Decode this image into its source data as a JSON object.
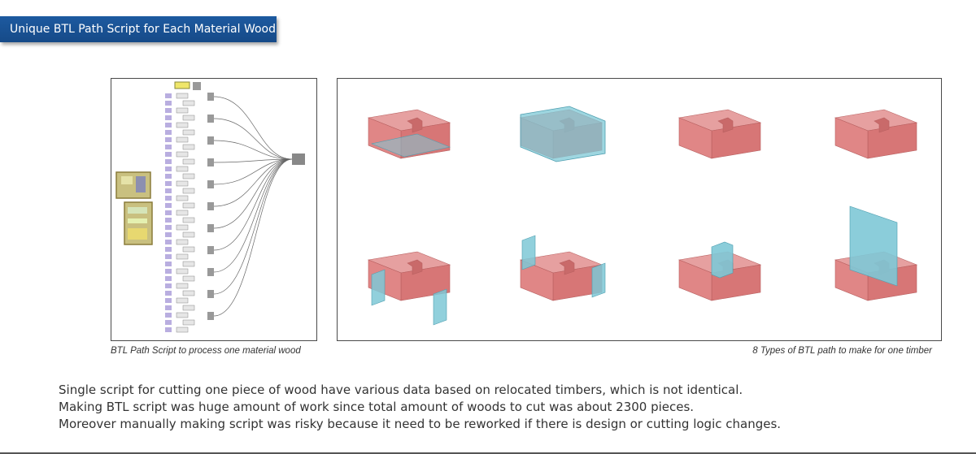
{
  "header": {
    "title": "Unique BTL Path Script for Each Material Wood",
    "background_color": "#1d5aa0"
  },
  "figures": {
    "script_caption": "BTL Path Script to process one material wood",
    "paths_caption": "8 Types of BTL path to make for one timber",
    "timber_color": "#e07b7b",
    "path_plane_color": "#7ec8d6"
  },
  "body": {
    "lines": [
      "Single script for cutting one piece of wood have various data based on relocated timbers, which is not identical.",
      "Making BTL script was huge amount of work since total amount of woods to cut was about 2300 pieces.",
      "Moreover manually making script was risky because it need to be reworked if there is design or cutting logic changes."
    ]
  }
}
